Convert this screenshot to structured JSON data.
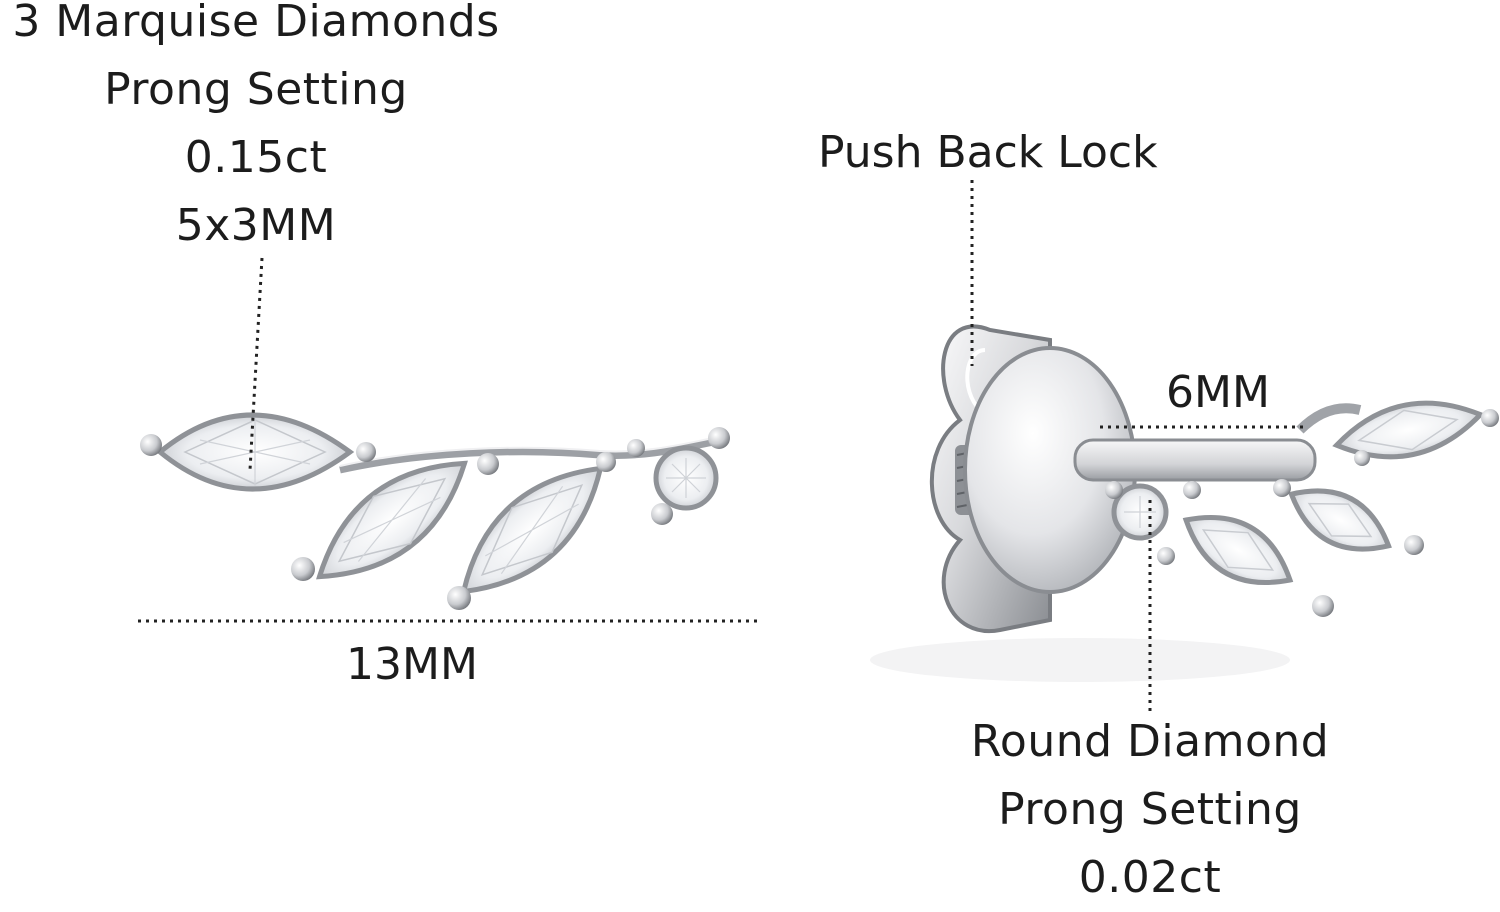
{
  "left_callout": {
    "line1": "3 Marquise Diamonds",
    "line2": "Prong Setting",
    "line3": "0.15ct",
    "line4": "5x3MM"
  },
  "width_dimension": "13MM",
  "push_back_label": "Push Back Lock",
  "depth_dimension": "6MM",
  "round_callout": {
    "line1": "Round Diamond",
    "line2": "Prong Setting",
    "line3": "0.02ct"
  },
  "colors": {
    "background": "#ffffff",
    "text": "#1c1c1c",
    "metal_light": "#f2f2f4",
    "metal_mid": "#c4c6ca",
    "metal_dark": "#6f7277",
    "dotted_line": "#222222"
  },
  "icons": {
    "marquise_stone": "marquise-diamond",
    "round_stone": "round-diamond",
    "push_back": "butterfly-back"
  }
}
